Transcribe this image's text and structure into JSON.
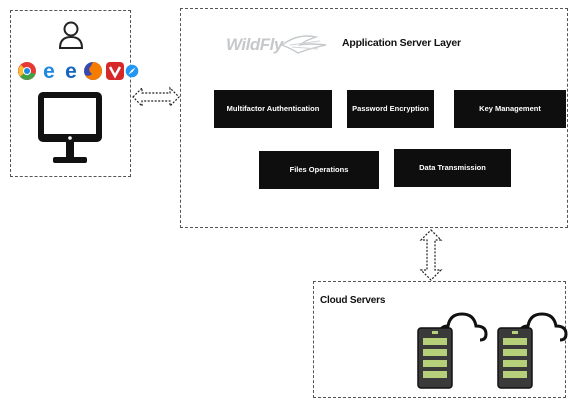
{
  "server": {
    "title": "Application Server Layer",
    "logo_text": "WildFly",
    "modules": {
      "mfa": "Multifactor Authentication",
      "password": "Password Encryption",
      "key": "Key Management",
      "files": "Files Operations",
      "data": "Data Transmission"
    }
  },
  "cloud": {
    "title": "Cloud Servers"
  },
  "colors": {
    "module_bg": "#0e0e0e",
    "server_rack": "#3a3a3a",
    "server_slot": "#b6d07a",
    "chrome": "#e53935",
    "edge": "#1e88e5",
    "firefox": "#f57c00",
    "vivaldi": "#d62828",
    "safari": "#2196f3"
  },
  "icons": [
    "user-icon",
    "chrome-icon",
    "edge-icon",
    "firefox-icon",
    "vivaldi-icon",
    "safari-icon",
    "monitor-icon",
    "cloud-icon",
    "server-rack-icon"
  ]
}
